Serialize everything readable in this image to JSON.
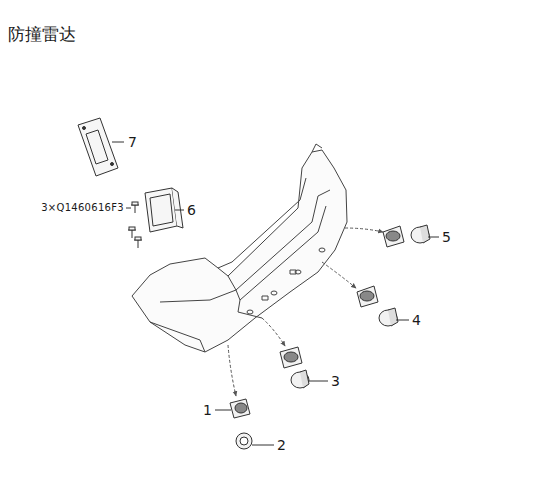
{
  "diagram": {
    "title": "防撞雷达",
    "labels": [
      "7",
      "3×Q1460616F3",
      "6",
      "5",
      "4",
      "3",
      "1",
      "2"
    ]
  }
}
